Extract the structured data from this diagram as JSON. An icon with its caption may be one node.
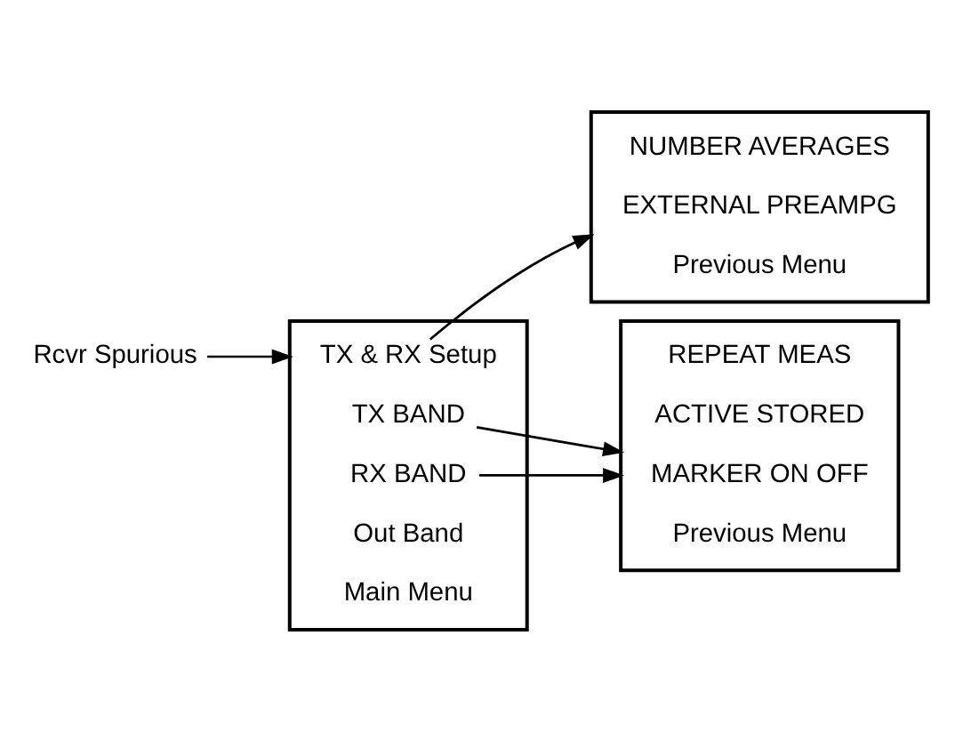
{
  "diagram": {
    "nodes": [
      {
        "text": [
          "Rcvr Spurious"
        ]
      },
      {
        "text": [],
        "shape": "box"
      },
      {
        "text": [
          "TX BAND"
        ],
        "in": 1
      },
      {
        "text": [
          "RX BAND"
        ],
        "in": 1
      },
      {
        "text": [
          "TX & RX Setup"
        ],
        "in": 1
      },
      {
        "text": [
          "Out Band"
        ],
        "in": 1
      },
      {
        "text": [
          "Main Menu"
        ],
        "in": 1
      },
      {
        "text": [],
        "shape": "box"
      },
      {
        "text": [
          "REPEAT MEAS"
        ],
        "in": 7
      },
      {
        "text": [
          "ACTIVE STORED"
        ],
        "in": 7
      },
      {
        "text": [
          "MARKER ON OFF"
        ],
        "in": 7
      },
      {
        "text": [
          "Previous Menu"
        ],
        "in": 7
      },
      {
        "text": [],
        "shape": "box"
      },
      {
        "text": [
          "NUMBER AVERAGES"
        ],
        "in": 12
      },
      {
        "text": [
          "EXTERNAL PREAMPG"
        ],
        "in": 12
      },
      {
        "text": [
          "Previous Menu"
        ],
        "in": 12
      }
    ],
    "edges": [
      {
        "from": 0,
        "to": 1,
        "arrow": "to"
      },
      {
        "from": 2,
        "to": 7,
        "arrow": "to"
      },
      {
        "from": 3,
        "to": 7,
        "arrow": "to"
      },
      {
        "from": 4,
        "to": 12,
        "arrow": "to"
      }
    ]
  }
}
